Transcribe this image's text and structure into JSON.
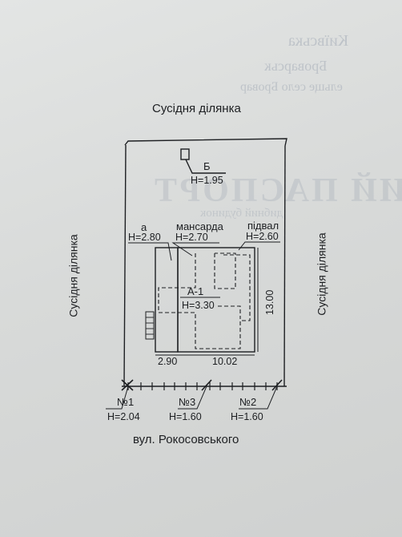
{
  "neighbors": {
    "north": "Сусідня ділянка",
    "west": "Сусідня ділянка",
    "east": "Сусідня ділянка"
  },
  "street": "вул. Рокосовського",
  "structures": {
    "shed": {
      "letter": "Б",
      "height": "H=1.95"
    },
    "annex": {
      "letter": "а",
      "height": "H=2.80"
    },
    "attic": {
      "name": "мансарда",
      "height": "H=2.70"
    },
    "basement": {
      "name": "підвал",
      "height": "H=2.60"
    },
    "main_house": {
      "letter": "А-1",
      "height": "H=3.30"
    }
  },
  "dimensions": {
    "annex_width": "2.90",
    "house_width": "10.02",
    "house_depth": "13.00"
  },
  "gates": [
    {
      "label": "№1",
      "height": "H=2.04"
    },
    {
      "label": "№3",
      "height": "H=1.60"
    },
    {
      "label": "№2",
      "height": "H=1.60"
    }
  ],
  "background_text": {
    "line1": "Київська",
    "line2": "Броварськ",
    "line3": "ельще село Бровар",
    "title": "ТЕХНІЧНИЙ ПАСПОРТ",
    "sub": "дибний будинок"
  },
  "colors": {
    "ink": "#1d1f22",
    "paper": "#dcdedd"
  }
}
